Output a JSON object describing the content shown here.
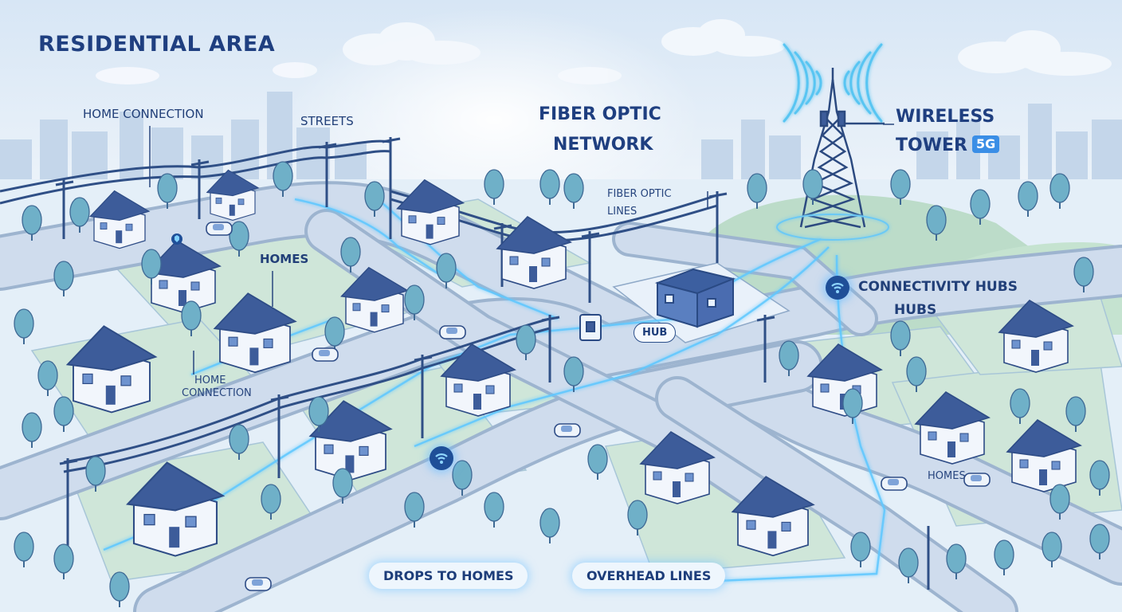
{
  "labels": {
    "residential_area": "RESIDENTIAL AREA",
    "home_connection_top": "HOME CONNECTION",
    "streets": "STREETS",
    "fiber_optic_network_line1": "FIBER OPTIC",
    "fiber_optic_network_line2": "NETWORK",
    "wireless_tower_line1": "WIRELESS",
    "wireless_tower_line2": "TOWER",
    "badge_5g": "5G",
    "fiber_optic_lines_line1": "FIBER OPTIC",
    "fiber_optic_lines_line2": "LINES",
    "homes": "HOMES",
    "connectivity_hubs_line1": "CONNECTIVITY HUBS",
    "connectivity_hubs_line2": "HUBS",
    "hub": "HUB",
    "home_connection_mid_line1": "HOME",
    "home_connection_mid_line2": "CONNECTION",
    "homes_right": "HOMES",
    "drops_to_homes": "DROPS TO HOMES",
    "overhead_lines": "OVERHEAD LINES"
  },
  "icons": [
    "wifi-icon",
    "signal-tower-icon",
    "hub-box-icon",
    "shield-icon"
  ],
  "colors": {
    "sky": "#dde9f5",
    "ground": "#e6f0f8",
    "grass": "#c5e2d8",
    "road": "#c8d8ea",
    "road_edge": "#90a9c8",
    "roof": "#3d5c9a",
    "wall": "#f2f6fc",
    "tree": "#6fb0c8",
    "fiber_glow": "#5ec8ff",
    "ink": "#1f3f80",
    "badge": "#3a8ee6"
  }
}
